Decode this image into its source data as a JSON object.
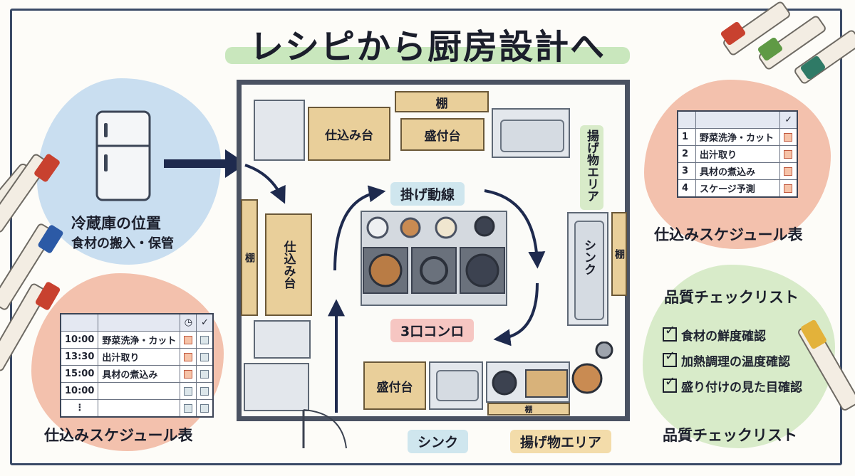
{
  "title": "レシピから厨房設計へ",
  "fridge": {
    "label": "冷蔵庫の位置",
    "sublabel": "食材の搬入・保管"
  },
  "left_schedule": {
    "title": "仕込みスケジュール表",
    "header_icons": [
      "clock-icon",
      "check-icon"
    ],
    "rows": [
      {
        "time": "10:00",
        "task": "野菜洗浄・カット"
      },
      {
        "time": "13:30",
        "task": "出汁取り"
      },
      {
        "time": "15:00",
        "task": "具材の煮込み"
      },
      {
        "time": "10:00",
        "task": ""
      },
      {
        "time": "⋮",
        "task": ""
      }
    ]
  },
  "right_schedule": {
    "title": "仕込みスケジュール表",
    "rows": [
      {
        "num": "1",
        "task": "野菜洗浄・カット"
      },
      {
        "num": "2",
        "task": "出汁取り"
      },
      {
        "num": "3",
        "task": "具材の煮込み"
      },
      {
        "num": "4",
        "task": "スケージ予測"
      }
    ]
  },
  "quality": {
    "title": "品質チェックリスト",
    "items": [
      "食材の鮮度確認",
      "加熱調理の温度確認",
      "盛り付けの見た目確認"
    ],
    "footer": "品質チェックリスト"
  },
  "kitchen": {
    "shelf_top": "棚",
    "prep_top": "仕込み台",
    "plating_top": "盛付台",
    "fry_area_vertical": "揚げ物エリア",
    "shelf_left": "棚",
    "prep_left": "仕込み台",
    "flow": "掛げ動線",
    "stove": "3口コンロ",
    "sink_vertical": "シンク",
    "shelf_right": "棚",
    "plating_bottom": "盛付台",
    "shelf_bottom": "棚",
    "sink_label": "シンク",
    "fry_label": "揚げ物エリア"
  },
  "colors": {
    "blue_wash": "#c9def0",
    "red_wash": "#f3c1ad",
    "green_wash": "#d8ebc9",
    "wood": "#e9cf9a",
    "arrow": "#1e2a4e",
    "flow_pill": "#cfe6ee",
    "stove_pill": "#f6c6c2",
    "fry_pill": "#f3dcaa"
  }
}
